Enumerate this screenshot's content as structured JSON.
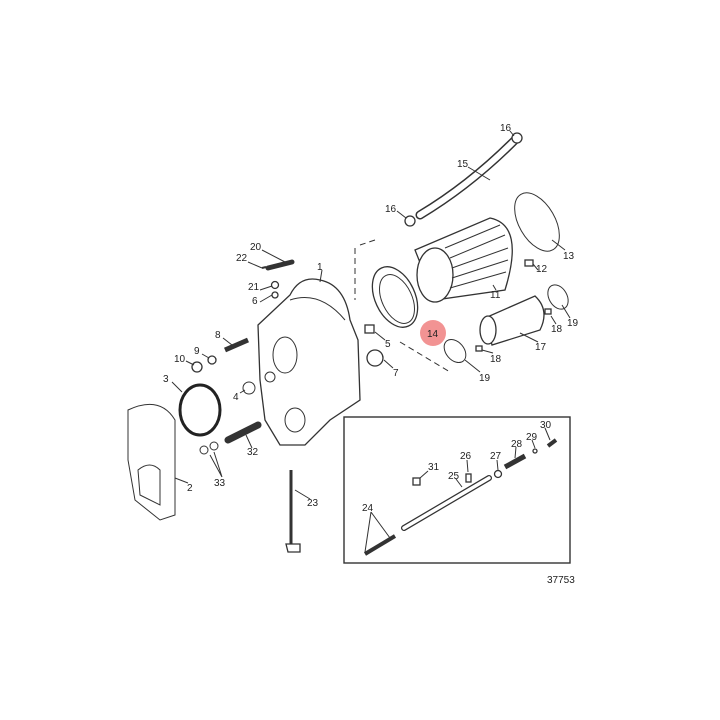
{
  "diagram": {
    "drawing_number": "37753",
    "highlighted_part": "14",
    "highlight_color": "#f08080",
    "callouts": {
      "c1": "1",
      "c2": "2",
      "c3": "3",
      "c4": "4",
      "c5": "5",
      "c6": "6",
      "c7": "7",
      "c8": "8",
      "c9": "9",
      "c10": "10",
      "c11": "11",
      "c12": "12",
      "c13": "13",
      "c14": "14",
      "c15": "15",
      "c16a": "16",
      "c16b": "16",
      "c17": "17",
      "c18a": "18",
      "c18b": "18",
      "c19a": "19",
      "c19b": "19",
      "c20": "20",
      "c21": "21",
      "c22": "22",
      "c23": "23",
      "c24": "24",
      "c25": "25",
      "c26": "26",
      "c27": "27",
      "c28": "28",
      "c29": "29",
      "c30": "30",
      "c31": "31",
      "c32": "32",
      "c33": "33"
    }
  }
}
